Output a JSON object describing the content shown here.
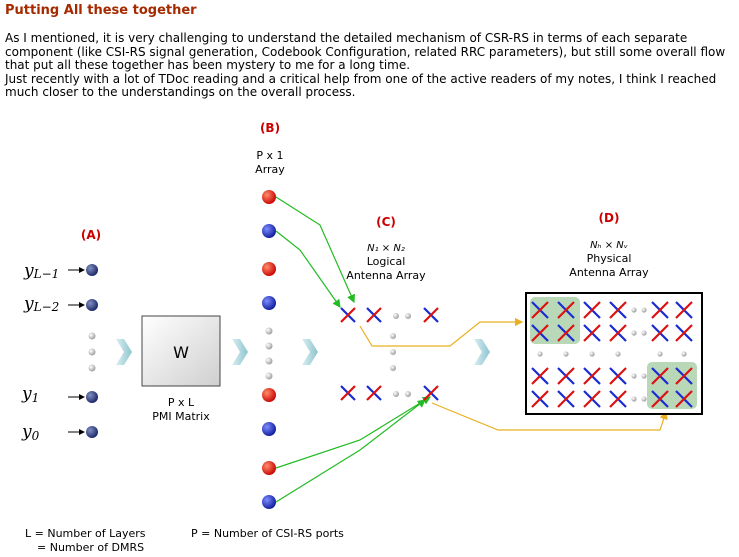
{
  "heading": "Putting All these together",
  "paragraph1": "As I mentioned, it is very challenging to understand the detailed mechanism of CSR-RS in terms of each separate component (like CSI-RS signal generation, Codebook Configuration, related RRC parameters), but still some overall flow that put all these together has been mystery to me for a long time.",
  "paragraph2": "Just recently with a lot of TDoc reading and a critical help from one of the active readers of my notes, I think I reached much closer to the understandings on the overall process.",
  "figure": {
    "label_a": "(A)",
    "label_b": "(B)",
    "label_c": "(C)",
    "label_d": "(D)",
    "b_line1": "P x 1",
    "b_line2": "Array",
    "c_line1": "N₁ × N₂",
    "c_line2": "Logical",
    "c_line3": "Antenna Array",
    "d_line1": "Nₕ × Nᵥ",
    "d_line2": "Physical",
    "d_line3": "Antenna Array",
    "y_top1": "y",
    "y_top1_sub": "L−1",
    "y_top2": "y",
    "y_top2_sub": "L−2",
    "y_1": "y",
    "y_1_sub": "1",
    "y_0": "y",
    "y_0_sub": "0",
    "w_label": "W",
    "pxl_line1": "P x L",
    "pxl_line2": "PMI Matrix",
    "legend_l1": "L = Number of Layers",
    "legend_l2": "= Number of DMRS",
    "legend_p": "P = Number of CSI-RS ports"
  },
  "colors": {
    "heading": "#a52a00",
    "label_red": "#cc0000",
    "dot_blue": "#1a2bd1",
    "dot_red": "#e01010",
    "x_red": "#dd1111",
    "x_blue": "#1a2bd1",
    "green_line": "#22bb22",
    "yellow_line": "#e8b020",
    "highlight": "#b8d8b8"
  }
}
